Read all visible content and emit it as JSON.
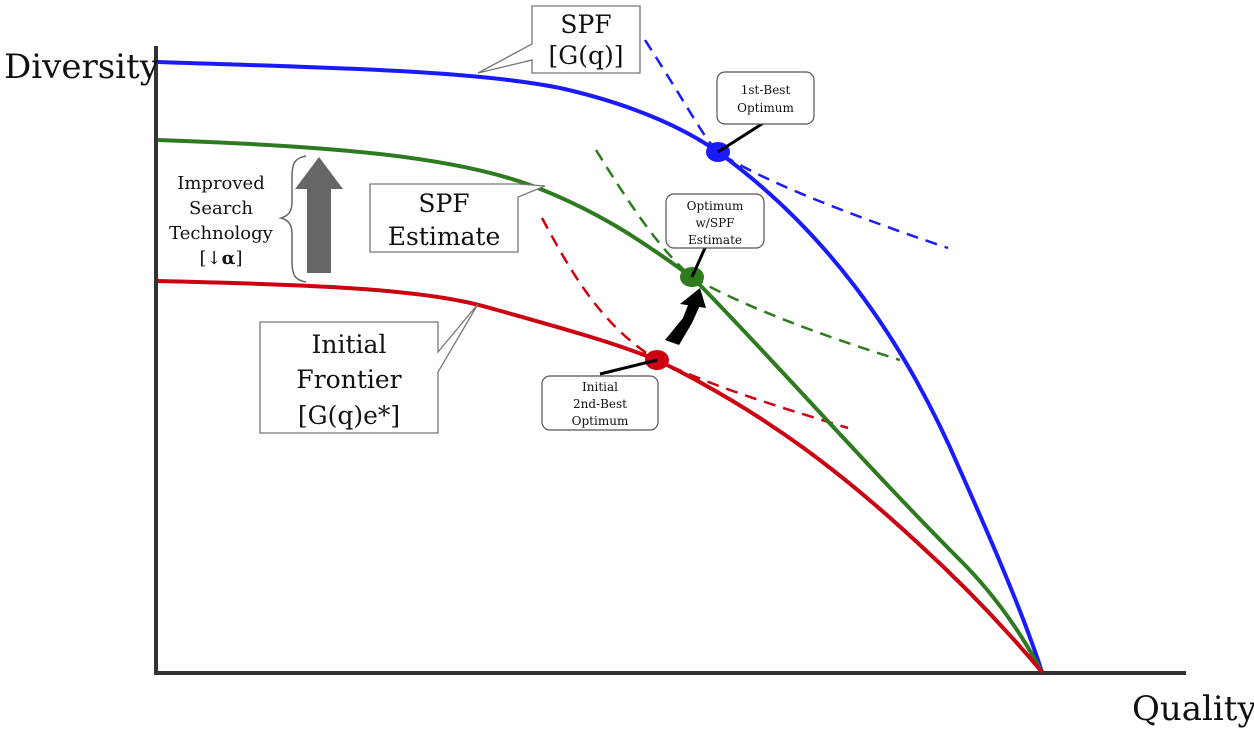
{
  "axes": {
    "y_label": "Diversity",
    "x_label": "Quality"
  },
  "colors": {
    "spf": "#1a1aff",
    "spf_estimate": "#2d7a1f",
    "initial_frontier": "#cc0011",
    "axis": "#333333",
    "up_arrow": "#666666",
    "shift_arrow": "#000000"
  },
  "curves": [
    {
      "id": "spf",
      "callout_lines": [
        "SPF",
        "[G(q)]"
      ]
    },
    {
      "id": "spf_estimate",
      "callout_lines": [
        "SPF",
        "Estimate"
      ]
    },
    {
      "id": "initial_frontier",
      "callout_lines": [
        "Initial",
        "Frontier",
        "[G(q)e*]"
      ]
    }
  ],
  "optima": [
    {
      "id": "first_best",
      "label_lines": [
        "1st-Best",
        "Optimum"
      ]
    },
    {
      "id": "spf_estimate_optimum",
      "label_lines": [
        "Optimum",
        "w/SPF",
        "Estimate"
      ]
    },
    {
      "id": "initial_second_best",
      "label_lines": [
        "Initial",
        "2nd-Best",
        "Optimum"
      ]
    }
  ],
  "shift_note": {
    "lines": [
      "Improved",
      "Search",
      "Technology"
    ],
    "last_line_prefix": "[↓",
    "last_line_symbol": "α",
    "last_line_suffix": "]"
  }
}
